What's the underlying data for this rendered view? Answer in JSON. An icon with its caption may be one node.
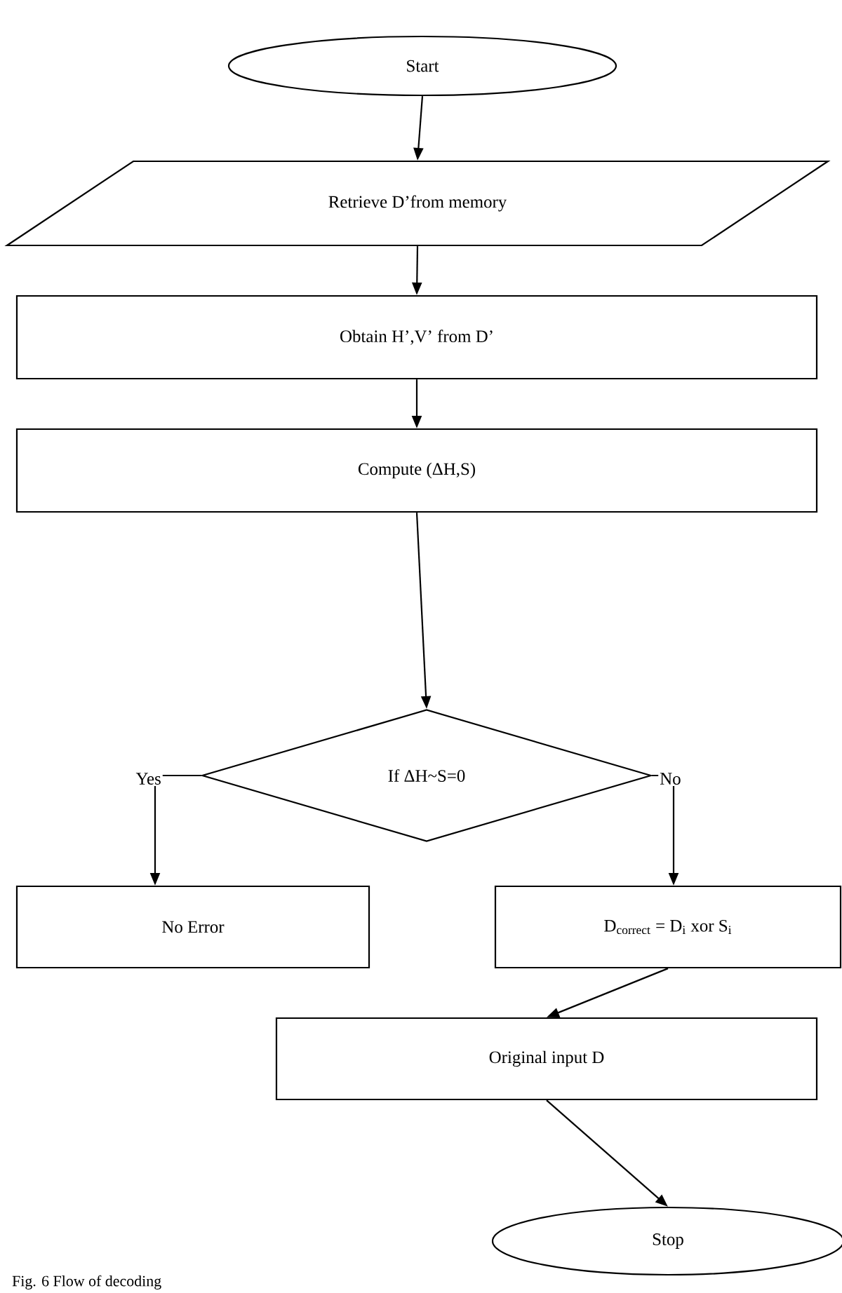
{
  "diagram": {
    "caption": "Fig. 6 Flow of decoding",
    "nodes": [
      {
        "text": [
          "Start"
        ]
      },
      {
        "text": [
          "Retrieve D’from memory"
        ]
      },
      {
        "text": [
          "Obtain H’,V’ from D’"
        ]
      },
      {
        "text": [
          "Compute (ΔH,S)"
        ]
      },
      {
        "text": [
          "If ΔH~S=0"
        ]
      },
      {
        "text": [
          "No Error"
        ]
      },
      {
        "text": [
          "D$_{correct}$ = D$_{i}$ xor S$_{i}$"
        ]
      },
      {
        "text": [
          "Original input D"
        ]
      },
      {
        "text": [
          "Stop"
        ]
      }
    ],
    "edges": [
      {
        "from": 0,
        "to": 1,
        "arrow": "to"
      },
      {
        "from": 1,
        "to": 2,
        "arrow": "to"
      },
      {
        "from": 2,
        "to": 3,
        "arrow": "to"
      },
      {
        "from": 3,
        "to": 4,
        "arrow": "to"
      },
      {
        "from": 4,
        "to": 5,
        "arrow": "to",
        "label": "Yes"
      },
      {
        "from": 4,
        "to": 6,
        "arrow": "to",
        "label": "No"
      },
      {
        "from": 6,
        "to": 7,
        "arrow": "to"
      },
      {
        "from": 7,
        "to": 8,
        "arrow": "to"
      }
    ]
  }
}
